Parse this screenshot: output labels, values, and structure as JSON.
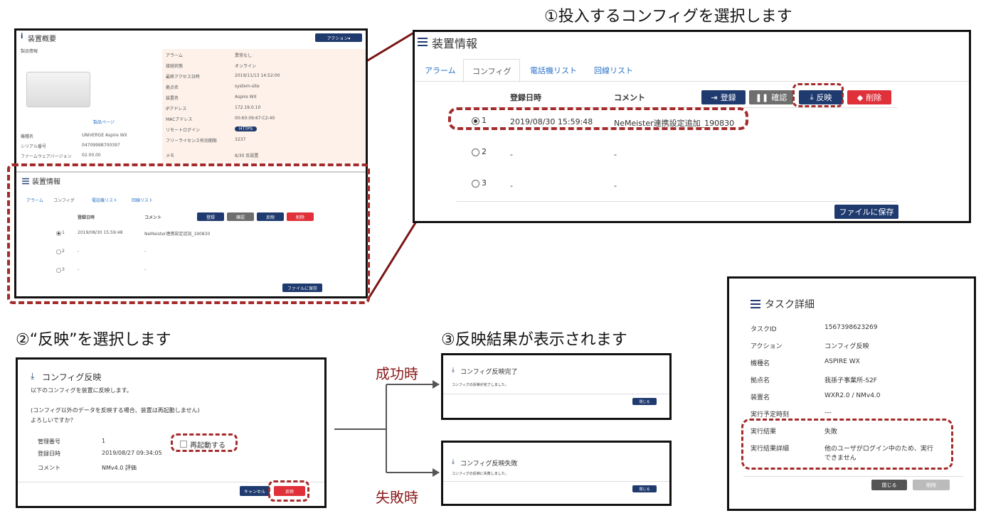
{
  "annotations": {
    "step1": "①投入するコンフィグを選択します",
    "step2": "②“反映”を選択します",
    "step3": "③反映結果が表示されます",
    "success": "成功時",
    "failure": "失敗時"
  },
  "overview": {
    "title": "装置概要",
    "action_button": "アクション▾",
    "product_info": "製品情報",
    "product_page_link": "製品ページ",
    "info_rows": [
      {
        "label": "アラーム",
        "value": "異常なし"
      },
      {
        "label": "接続状態",
        "value": "オンライン"
      },
      {
        "label": "最終アクセス日時",
        "value": "2019/11/13 14:52:00"
      },
      {
        "label": "拠点名",
        "value": "system-site"
      },
      {
        "label": "装置名",
        "value": "Aspire WX"
      },
      {
        "label": "IPアドレス",
        "value": "172.19.0.10"
      },
      {
        "label": "MACアドレス",
        "value": "00:60:09:67:C2:40"
      },
      {
        "label": "リモートログイン",
        "value": "HTTPS"
      },
      {
        "label": "フリーライセンス有効期限",
        "value": "3237"
      },
      {
        "label": "メモ",
        "value": "8/30 反設置"
      }
    ],
    "left_rows": [
      {
        "label": "機種名",
        "value": "UNIVERGE Aspire WX"
      },
      {
        "label": "シリアル番号",
        "value": "0470999B700397"
      },
      {
        "label": "ファームウェアバージョン",
        "value": "02.00.00"
      }
    ]
  },
  "device_info": {
    "title": "装置情報",
    "tabs": [
      "アラーム",
      "コンフィグ",
      "電話機リスト",
      "回線リスト"
    ],
    "active_tab": "コンフィグ",
    "col_date": "登録日時",
    "col_comment": "コメント",
    "btn_register": "登録",
    "btn_confirm": "確認",
    "btn_apply": "反映",
    "btn_delete": "削除",
    "rows": [
      {
        "num": "1",
        "date": "2019/08/30 15:59:48",
        "comment": "NeMeister連携設定追加_190830",
        "selected": true
      },
      {
        "num": "2",
        "date": "-",
        "comment": "-",
        "selected": false
      },
      {
        "num": "3",
        "date": "-",
        "comment": "-",
        "selected": false
      }
    ],
    "save_button": "ファイルに保存"
  },
  "apply_dialog": {
    "title": "コンフィグ反映",
    "line1": "以下のコンフィグを装置に反映します。",
    "line2": "(コンフィグ以外のデータを反映する場合、装置は再起動しません)",
    "line3": "よろしいですか？",
    "rows": [
      {
        "label": "管理番号",
        "value": "1"
      },
      {
        "label": "登録日時",
        "value": "2019/08/27 09:34:05"
      },
      {
        "label": "コメント",
        "value": "NMv4.0 評価"
      }
    ],
    "reboot_label": "再起動する",
    "cancel": "キャンセル",
    "apply": "反映"
  },
  "success_dialog": {
    "title": "コンフィグ反映完了",
    "message": "コンフィグの反映が完了しました。",
    "close": "閉じる"
  },
  "fail_dialog": {
    "title": "コンフィグ反映失敗",
    "message": "コンフィグの反映に失敗しました。",
    "close": "閉じる"
  },
  "task_detail": {
    "title": "タスク詳細",
    "rows": [
      {
        "label": "タスクID",
        "value": "1567398623269"
      },
      {
        "label": "アクション",
        "value": "コンフィグ反映"
      },
      {
        "label": "機種名",
        "value": "ASPIRE WX"
      },
      {
        "label": "拠点名",
        "value": "我孫子事業所-S2F"
      },
      {
        "label": "装置名",
        "value": "WXR2.0 / NMv4.0"
      },
      {
        "label": "実行予定時刻",
        "value": "---"
      },
      {
        "label": "実行結果",
        "value": "失敗"
      },
      {
        "label": "実行結果詳細",
        "value": "他のユーザがログイン中のため、実行できません"
      }
    ],
    "close": "閉じる",
    "delete": "削除"
  },
  "colors": {
    "navy": "#1f3a6e",
    "red": "#e0303a",
    "annotation": "#8b1a1a"
  }
}
